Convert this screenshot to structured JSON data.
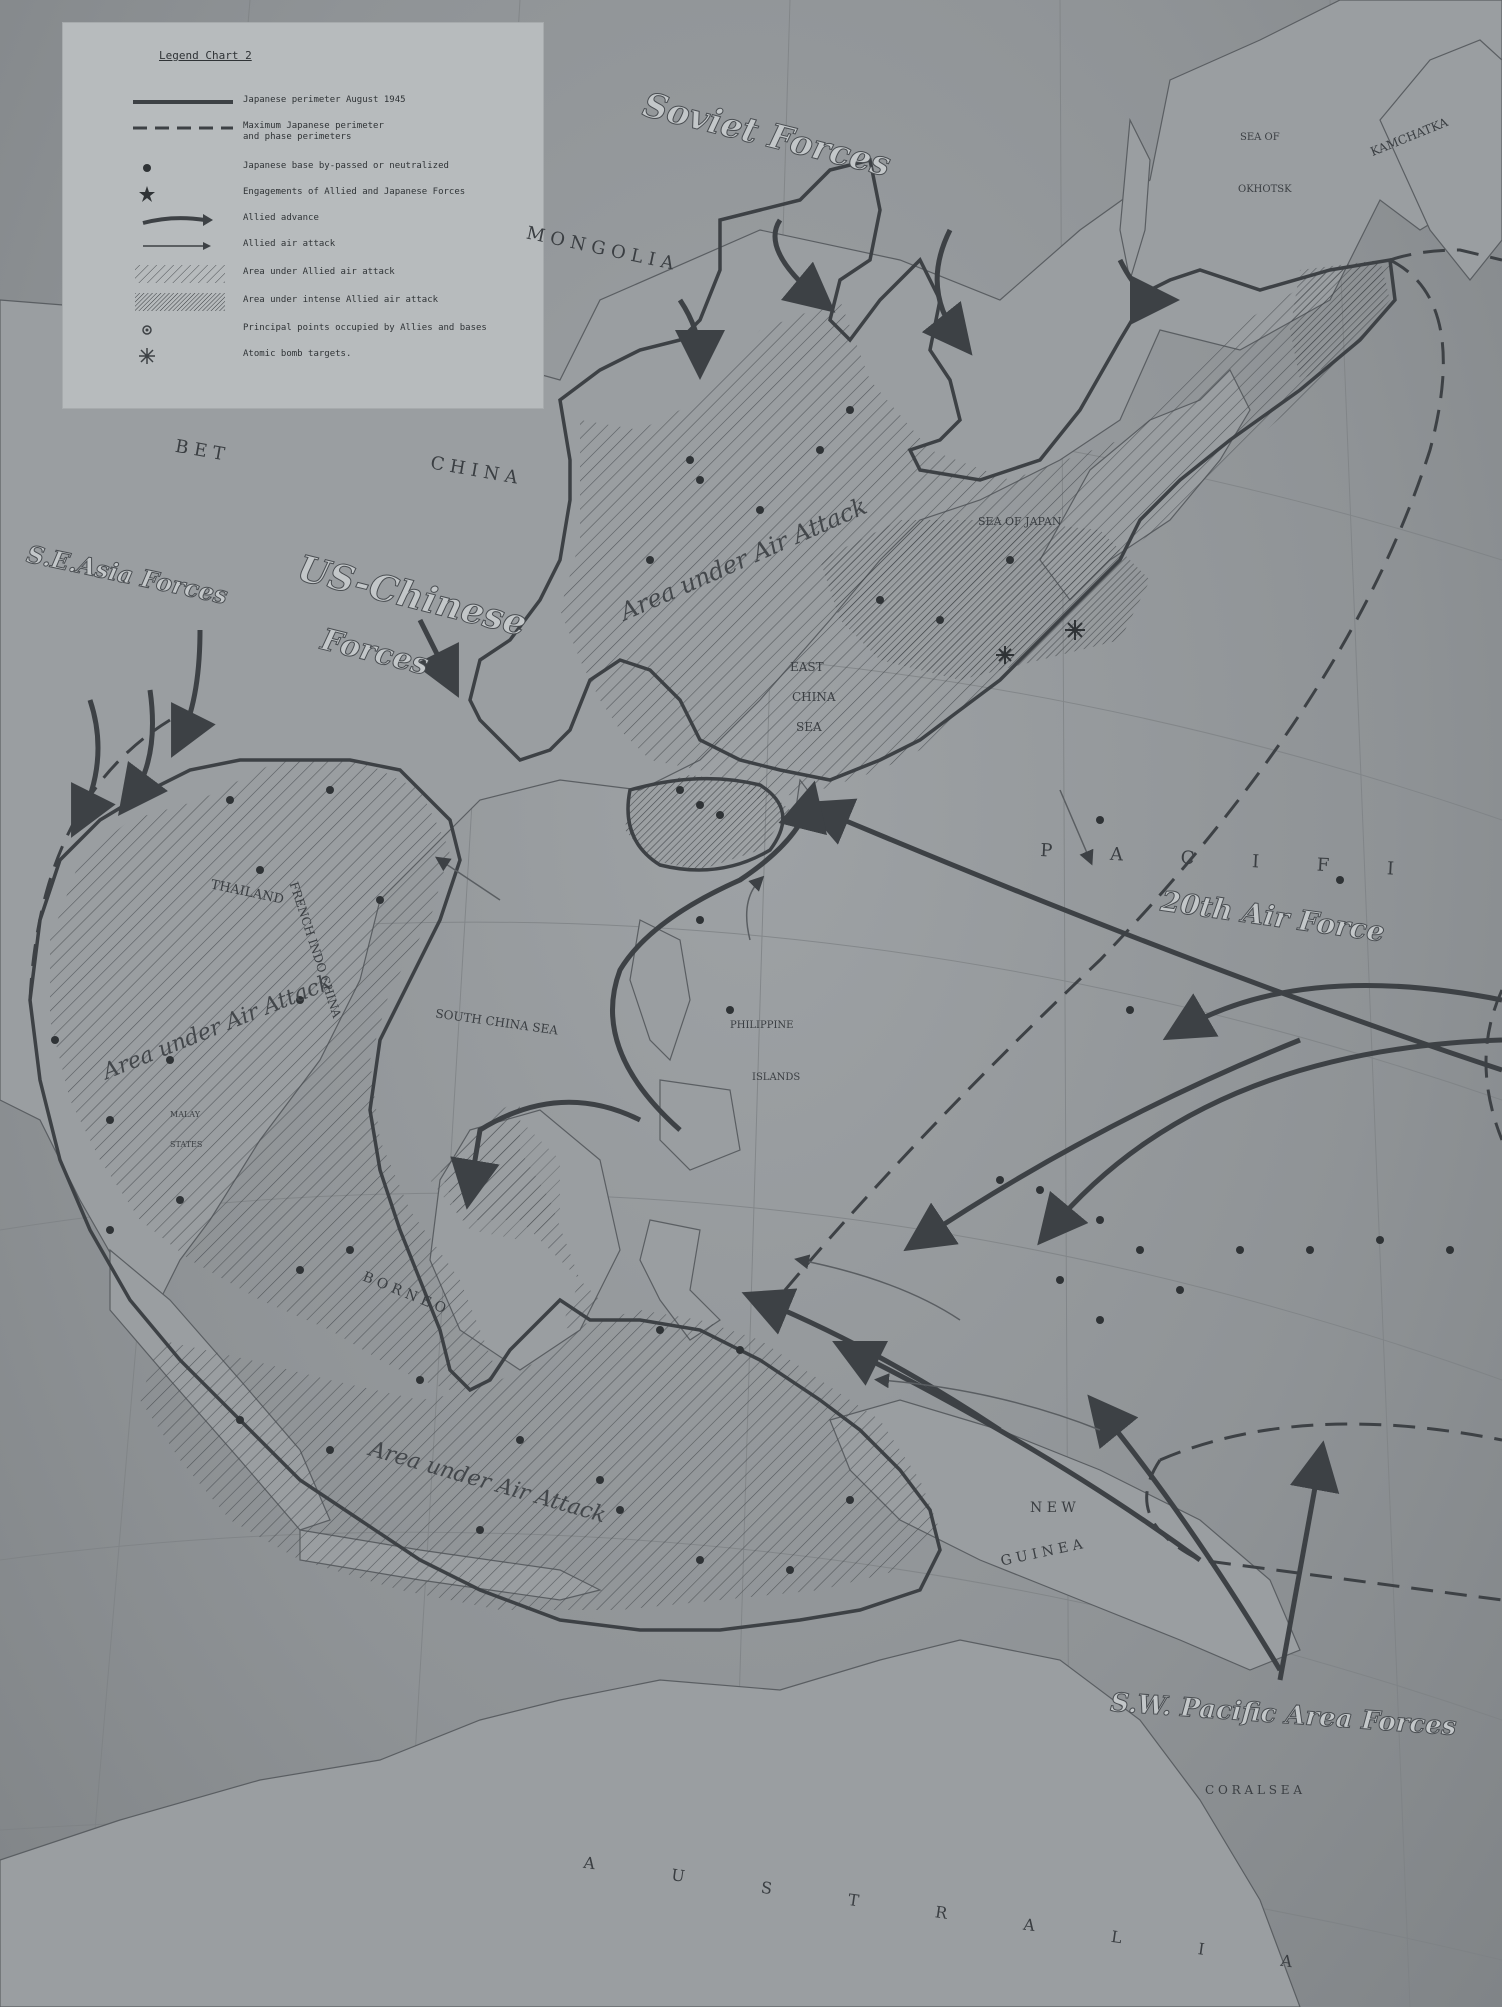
{
  "legend": {
    "title": "Legend Chart 2",
    "items": [
      {
        "symbol": "perimeter-line",
        "text": "Japanese perimeter August 1945"
      },
      {
        "symbol": "dashed-perimeter",
        "text": "Maximum Japanese perimeter\nand phase perimeters"
      },
      {
        "symbol": "base-dot",
        "text": "Japanese base by-passed or neutralized"
      },
      {
        "symbol": "engagement-star",
        "text": "Engagements of Allied and Japanese Forces"
      },
      {
        "symbol": "advance-arrow",
        "text": "Allied advance"
      },
      {
        "symbol": "air-attack-arrow",
        "text": "Allied air attack"
      },
      {
        "symbol": "hatched-area",
        "text": "Area under Allied air attack"
      },
      {
        "symbol": "dense-hatched-area",
        "text": "Area under intense Allied air attack"
      },
      {
        "symbol": "circle-dot",
        "text": "Principal points occupied by Allies and bases"
      },
      {
        "symbol": "atomic-star",
        "text": "Atomic bomb targets."
      }
    ]
  },
  "forces": {
    "soviet": "Soviet Forces",
    "us_chinese_1": "US-Chinese",
    "us_chinese_2": "Forces",
    "se_asia": "S.E.Asia Forces",
    "air_force_20": "20th Air Force",
    "sw_pacific": "S.W. Pacific Area Forces"
  },
  "areas": {
    "north": "Area under Air Attack",
    "west": "Area under Air Attack",
    "south": "Area under Air Attack"
  },
  "places": {
    "mongolia": "M O N G O L I A",
    "china": "C H I N A",
    "tibet": "B E T",
    "sea_of_okhotsk_1": "SEA OF",
    "sea_of_okhotsk_2": "OKHOTSK",
    "kamchatka": "KAMCHATKA",
    "sea_of_japan": "SEA OF JAPAN",
    "east_china_sea_1": "EAST",
    "east_china_sea_2": "CHINA",
    "east_china_sea_3": "SEA",
    "thailand": "THAILAND",
    "french_indo_china": "FRENCH INDO CHINA",
    "south_china_sea": "SOUTH CHINA SEA",
    "philippine_1": "PHILIPPINE",
    "philippine_2": "ISLANDS",
    "malay_1": "MALAY",
    "malay_2": "STATES",
    "borneo": "B O R N E O",
    "pacific": "P A C I F I",
    "new_guinea_1": "N E W",
    "new_guinea_2": "G U I N E A",
    "coral_sea": "C O R A L   S E A",
    "australia": "A U S T R A L I A"
  },
  "colors": {
    "sea": "#8f9396",
    "land": "#9a9ea1",
    "line": "#3d4145",
    "legend_bg": "#b7bbbd"
  }
}
